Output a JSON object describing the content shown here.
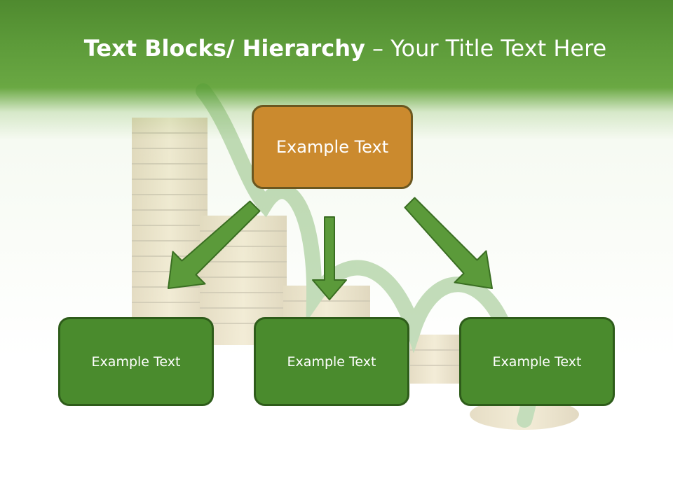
{
  "slide": {
    "title_bold": "Text Blocks/ Hierarchy",
    "title_rest": " – Your Title Text Here"
  },
  "diagram": {
    "top_box": {
      "label": "Example Text"
    },
    "children": [
      {
        "label": "Example Text"
      },
      {
        "label": "Example Text"
      },
      {
        "label": "Example Text"
      }
    ]
  },
  "colors": {
    "header_green": "#5c9a39",
    "top_box_fill": "#cb8a2e",
    "child_box_fill": "#4a8b2d",
    "arrow_fill": "#5b9a3a"
  }
}
